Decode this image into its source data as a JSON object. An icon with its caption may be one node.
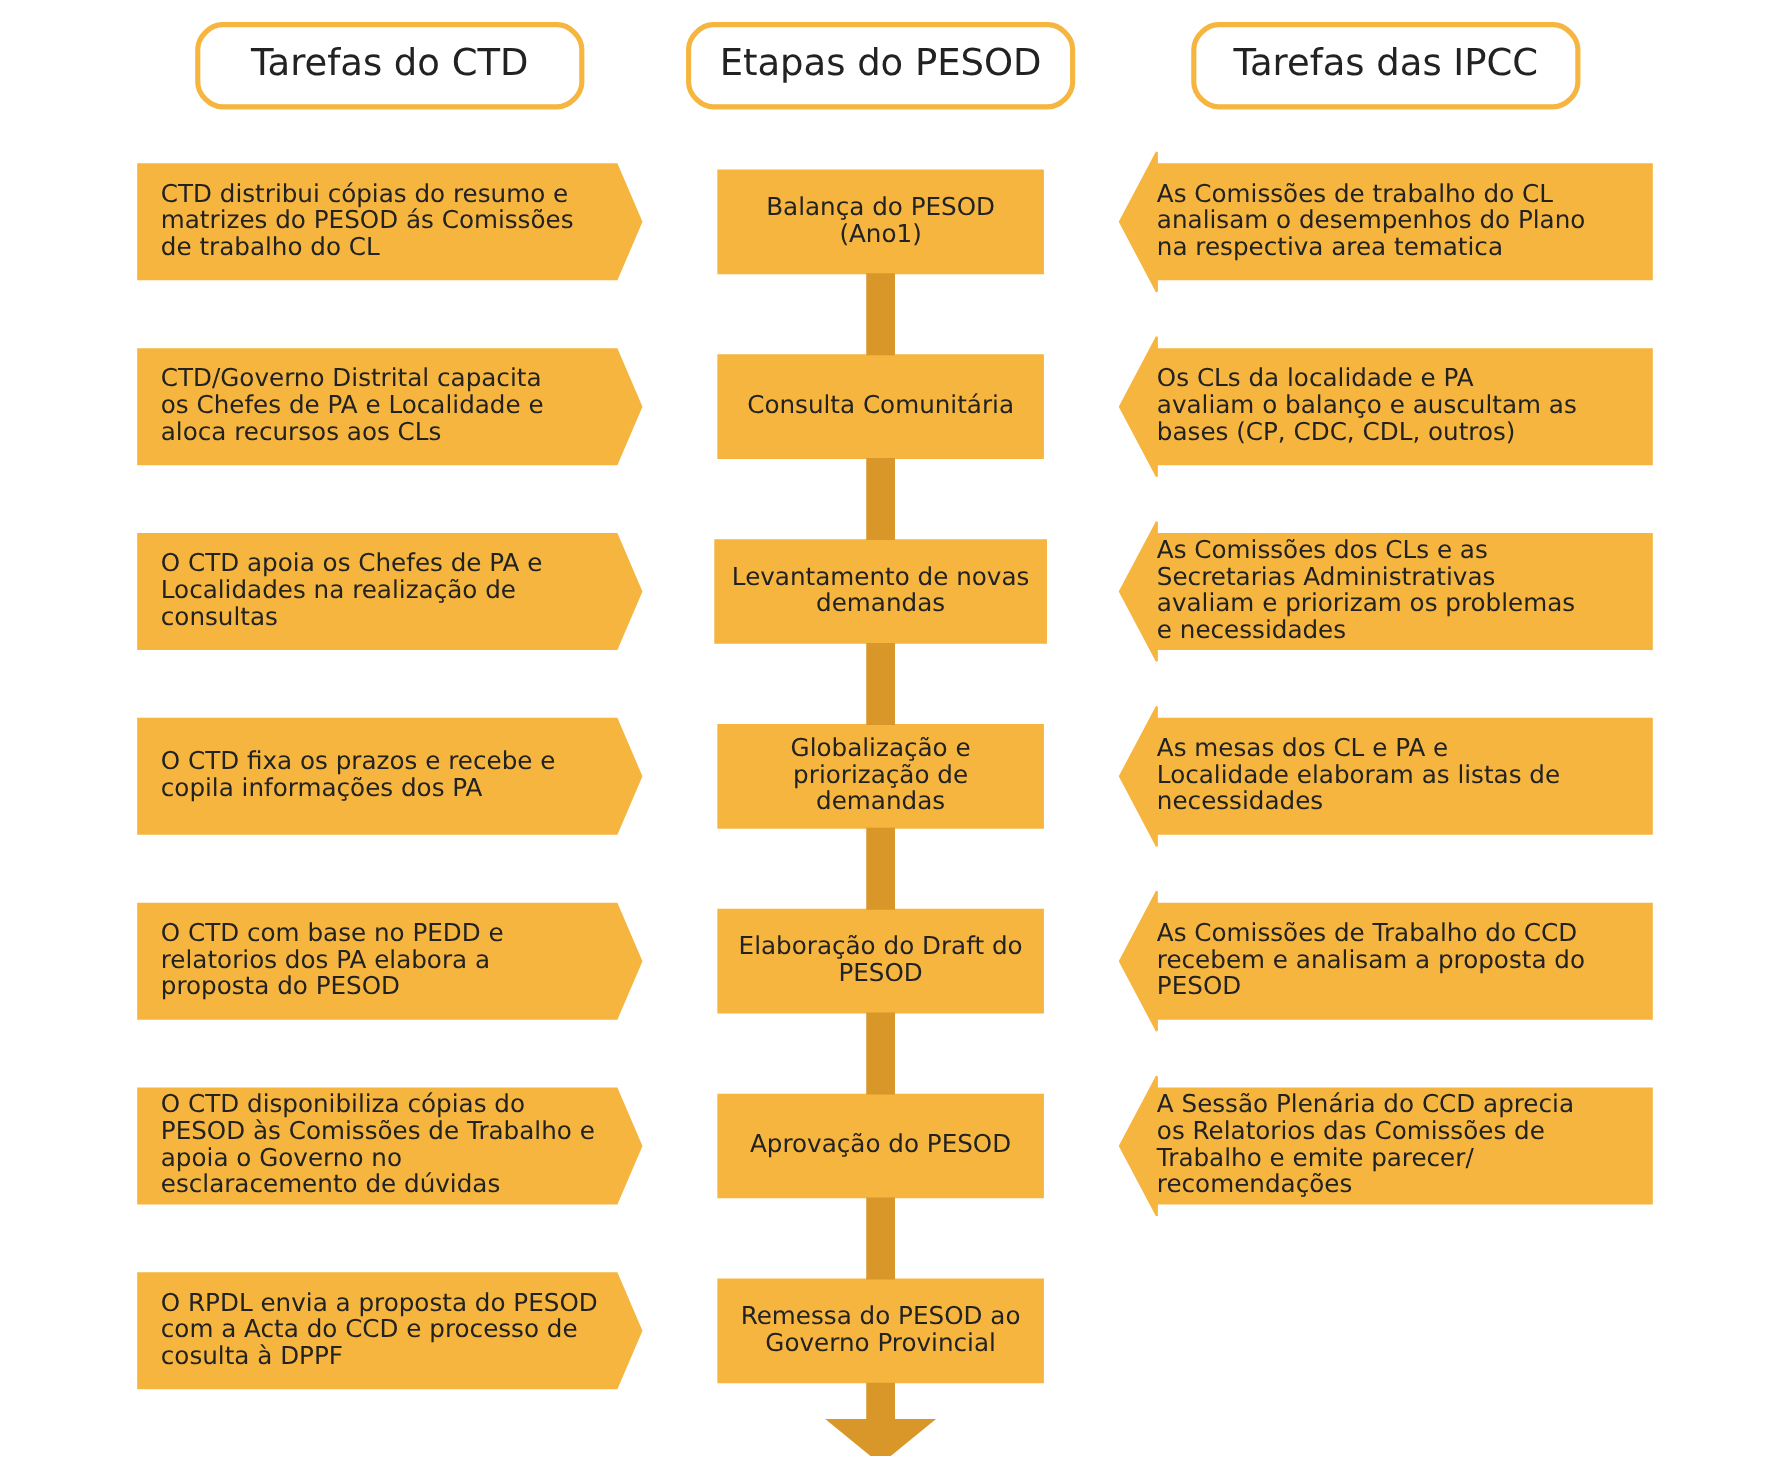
{
  "diagram": {
    "nodes": [
      {
        "text": [
          "Tarefas do CTD"
        ]
      },
      {
        "text": [
          "Etapas do PESOD"
        ]
      },
      {
        "text": [
          "Tarefas das IPCC"
        ]
      },
      {
        "text": [
          "CTD distribui cópias do resumo e matrizes do PESOD ás Comissões de trabalho do CL"
        ]
      },
      {
        "text": [
          "Balança do PESOD (Ano1)"
        ]
      },
      {
        "text": [
          "As Comissões de trabalho do CL analisam o desempenhos do Plano na respectiva area tematica"
        ]
      },
      {
        "text": [
          "CTD/Governo Distrital capacita os Chefes de PA e Localidade e aloca recursos aos CLs"
        ]
      },
      {
        "text": [
          "Consulta Comunitária"
        ]
      },
      {
        "text": [
          "Os CLs da localidade e PA avaliam o balanço e auscultam as bases (CP, CDC, CDL, outros)"
        ]
      },
      {
        "text": [
          "O CTD apoia os Chefes de PA e Localidades na realização de consultas"
        ]
      },
      {
        "text": [
          "Levantamento de novas demandas"
        ]
      },
      {
        "text": [
          "As Comissões dos CLs e as Secretarias Administrativas avaliam e priorizam os problemas e necessidades"
        ]
      },
      {
        "text": [
          "O CTD fixa os prazos e recebe e copila informações dos PA"
        ]
      },
      {
        "text": [
          "Globalização e priorização de demandas"
        ]
      },
      {
        "text": [
          "As mesas dos CL e PA e Localidade elaboram as listas de necessidades"
        ]
      },
      {
        "text": [
          "O CTD com base no PEDD e relatorios dos PA elabora a proposta do PESOD"
        ]
      },
      {
        "text": [
          "Elaboração do Draft do PESOD"
        ]
      },
      {
        "text": [
          "As Comissões de Trabalho do CCD recebem e analisam a proposta do PESOD"
        ]
      },
      {
        "text": [
          "O CTD disponibiliza cópias do PESOD às Comissões de Trabalho e apoia o Governo no esclaracemento de dúvidas"
        ]
      },
      {
        "text": [
          "Aprovação do PESOD"
        ]
      },
      {
        "text": [
          "A Sessão Plenária do CCD aprecia os Relatorios das Comissões de Trabalho e emite parecer/ recomendações"
        ]
      },
      {
        "text": [
          "O RPDL envia a proposta do PESOD com a Acta do CCD e processo de cosulta à DPPF"
        ]
      },
      {
        "text": [
          "Remessa do PESOD ao Governo Provincial"
        ]
      }
    ],
    "edges": [
      {
        "from": 4,
        "to": 7,
        "arrow": "none"
      },
      {
        "from": 7,
        "to": 10,
        "arrow": "none"
      },
      {
        "from": 10,
        "to": 13,
        "arrow": "none"
      },
      {
        "from": 13,
        "to": 16,
        "arrow": "none"
      },
      {
        "from": 16,
        "to": 19,
        "arrow": "none"
      },
      {
        "from": 19,
        "to": 22,
        "arrow": "none"
      },
      {
        "from": 22,
        "to": null,
        "arrow": "to"
      }
    ]
  }
}
